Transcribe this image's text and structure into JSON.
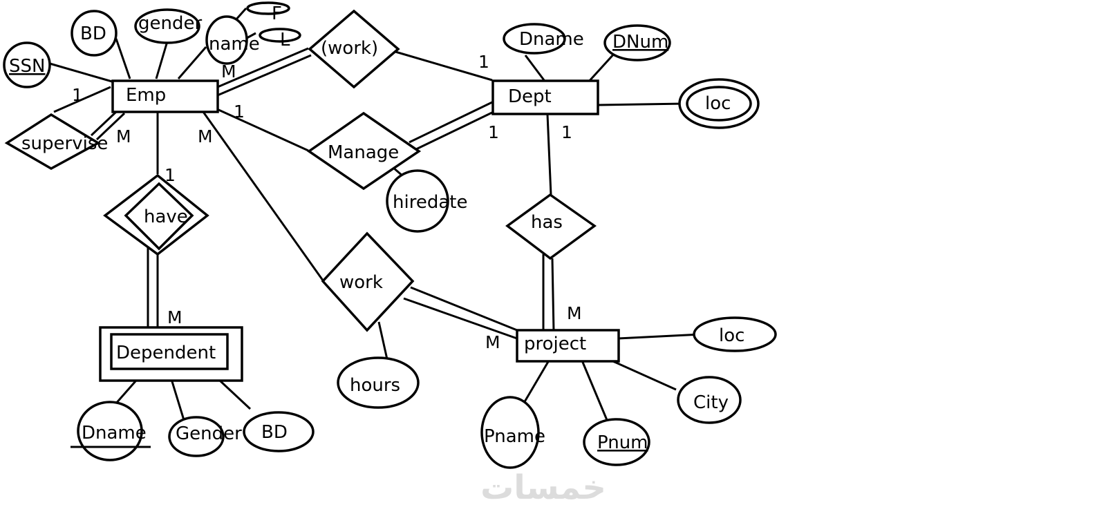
{
  "diagram": {
    "type": "ER diagram",
    "entities": {
      "emp": "Emp",
      "dept": "Dept",
      "project": "project",
      "dependent": "Dependent"
    },
    "relationships": {
      "work_dept": "(work)",
      "supervise": "supervise",
      "manage": "Manage",
      "have": "have",
      "work_project": "work",
      "has": "has"
    },
    "attributes": {
      "emp_ssn": "SSN",
      "emp_bd": "BD",
      "emp_gender": "gender",
      "emp_name": "name",
      "emp_name_f": "F",
      "emp_name_l": "L",
      "dept_dname": "Dname",
      "dept_dnum": "DNum",
      "dept_loc": "loc",
      "manage_hiredate": "hiredate",
      "work_hours": "hours",
      "project_loc": "loc",
      "project_city": "City",
      "project_pname": "Pname",
      "project_pnum": "Pnum",
      "dependent_dname": "Dname",
      "dependent_gender": "Gender",
      "dependent_bd": "BD"
    },
    "cardinalities": {
      "emp_work_dept_emp": "M",
      "emp_work_dept_dept": "1",
      "supervise_one": "1",
      "supervise_many": "M",
      "manage_emp": "1",
      "manage_dept": "1",
      "have_emp": "1",
      "have_dependent": "M",
      "work_project_emp": "M",
      "work_project_project": "M",
      "has_dept": "1",
      "has_project": "M"
    },
    "watermark": "خمسات"
  }
}
